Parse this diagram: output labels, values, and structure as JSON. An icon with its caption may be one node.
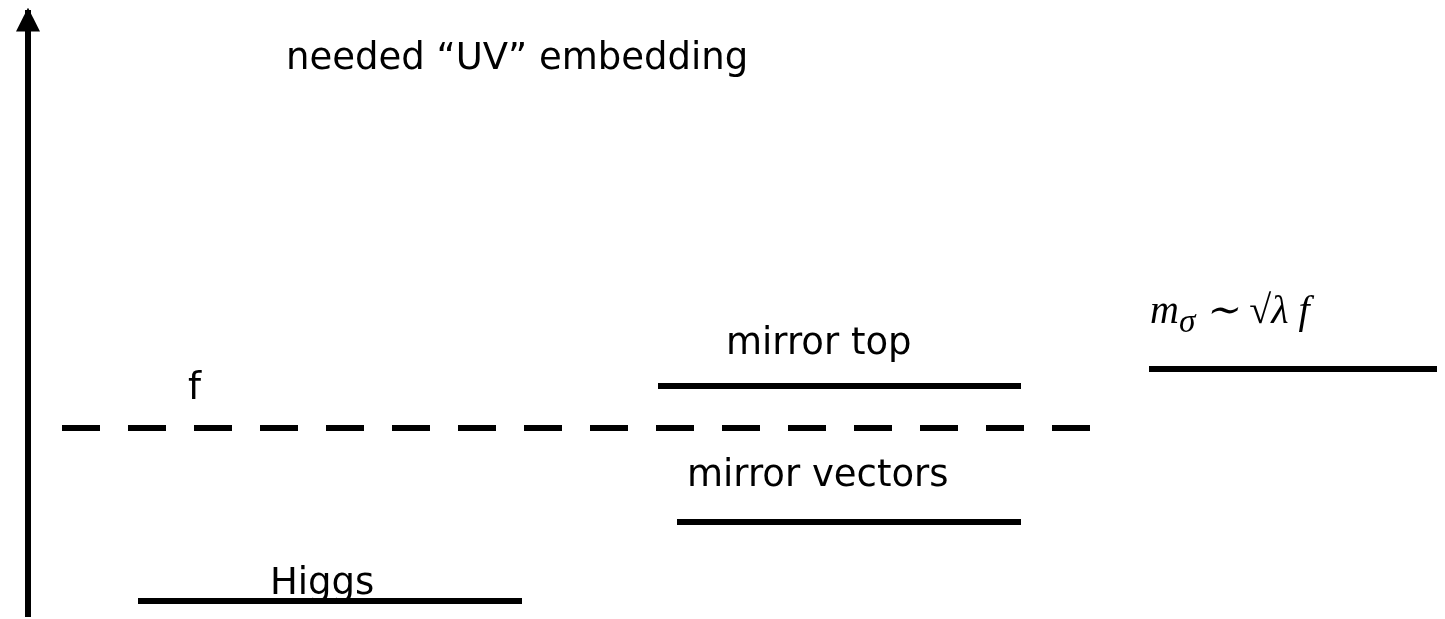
{
  "diagram": {
    "labels": [
      "needed “UV” embedding",
      "mirror top",
      "m$_{σ}$ ∼ √λ f",
      "f",
      "mirror vectors",
      "Higgs"
    ]
  }
}
